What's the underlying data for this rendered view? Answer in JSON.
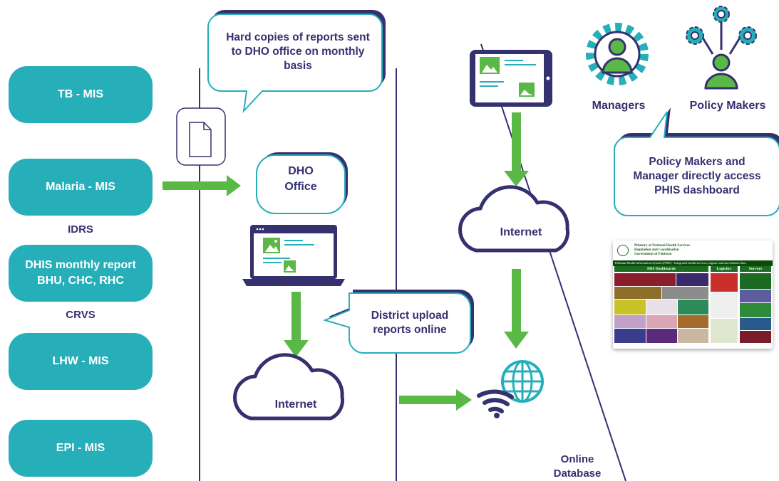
{
  "sources": {
    "items": [
      "TB - MIS",
      "Malaria - MIS",
      "DHIS monthly report\nBHU, CHC, RHC",
      "LHW - MIS",
      "EPI - MIS"
    ],
    "idrs": "IDRS",
    "crvs": "CRVS"
  },
  "callouts": {
    "hard_copies": "Hard copies of reports sent to DHO office on monthly basis",
    "district_upload": "District upload reports online",
    "policy_access": "Policy Makers and Manager directly access PHIS dashboard"
  },
  "nodes": {
    "dho_office": "DHO\nOffice",
    "internet_left": "Internet",
    "internet_right": "Internet",
    "online_database": "Online\nDatabase",
    "managers": "Managers",
    "policy_makers": "Policy Makers"
  },
  "dashboard": {
    "header_lines": [
      "Ministry of National Health Services",
      "Regulation and Coordination",
      "Government of Pakistan"
    ],
    "banner": "Pakistan Health Information System (PHIS) - Integrated health services, logistic and surveillance data",
    "sections": [
      "MIS Dashboards",
      "Logistics",
      "Surveys"
    ]
  },
  "colors": {
    "teal": "#26aeb9",
    "navy": "#35316f",
    "green_arrow": "#5ab946",
    "bubble_border": "#26aeb9",
    "bubble_shadow": "#35316f"
  },
  "icons": [
    "document-icon",
    "laptop-icon",
    "tablet-icon",
    "cloud-icon",
    "wifi-globe-icon",
    "manager-gear-icon",
    "policy-makers-gears-icon"
  ]
}
